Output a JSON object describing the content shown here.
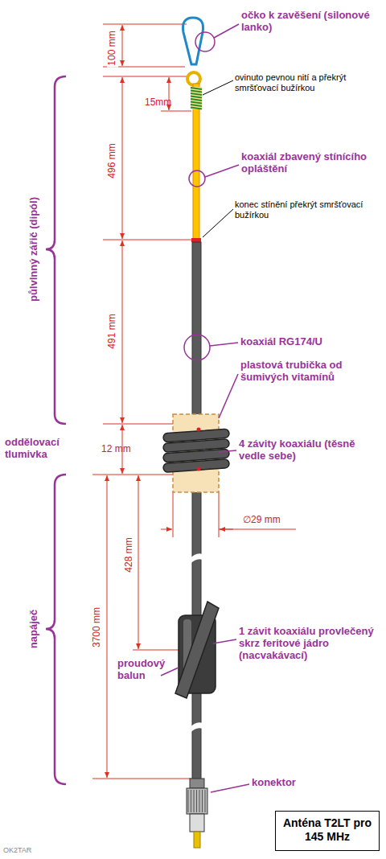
{
  "diagram": {
    "nodes": [
      {
        "text": [
          "Anténa T2LT pro 145 MHz"
        ]
      }
    ],
    "labels": [
      "100 mm",
      "15mm",
      "496 mm",
      "491 mm",
      "12 mm",
      "428 mm",
      "3700 mm",
      "∅29 mm",
      "očko k zavěšení (silonové lanko)",
      "ovinuto pevnou nití a překrýt smršťovací bužírkou",
      "koaxiál zbavený stínícího opláštění",
      "konec stínění překrýt smršťovací bužírkou",
      "koaxiál RG174/U",
      "plastová trubička od šumivých vitamínů",
      "4 závity koaxiálu (těsně vedle sebe)",
      "1 závit koaxiálu provlečený skrz feritové jádro (nacvakávací)",
      "proudový balun",
      "konektor",
      "půlvlnný zářič (dipól)",
      "oddělovací tlumivka",
      "napáječ",
      "OK2TAR"
    ]
  }
}
